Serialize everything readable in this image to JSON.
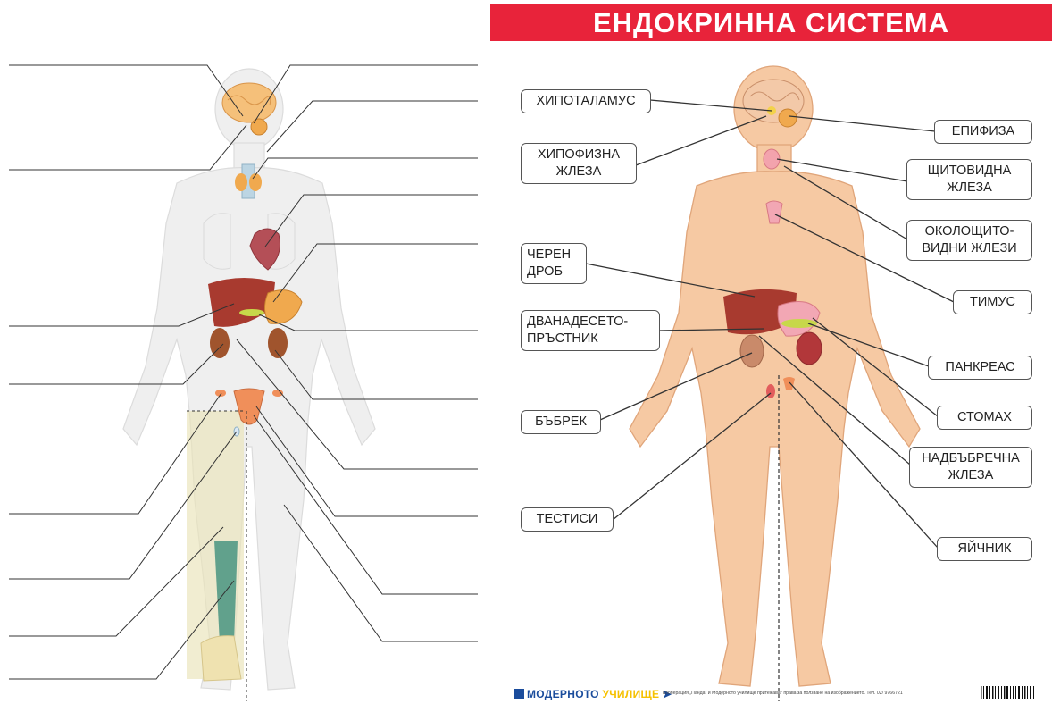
{
  "title": "ЕНДОКРИННА СИСТЕМА",
  "labels": {
    "hypothalamus": "ХИПОТАЛАМУС",
    "pituitary_l1": "ХИПОФИЗНА",
    "pituitary_l2": "ЖЛЕЗА",
    "liver_l1": "ЧЕРЕН",
    "liver_l2": "ДРОБ",
    "duodenum_l1": "ДВАНАДЕСЕТО-",
    "duodenum_l2": "ПРЪСТНИК",
    "kidney": "БЪБРЕК",
    "testes": "ТЕСТИСИ",
    "pineal": "ЕПИФИЗА",
    "thyroid_l1": "ЩИТОВИДНА",
    "thyroid_l2": "ЖЛЕЗА",
    "parathyroid_l1": "ОКОЛОЩИТО-",
    "parathyroid_l2": "ВИДНИ ЖЛЕЗИ",
    "thymus": "ТИМУС",
    "pancreas": "ПАНКРЕАС",
    "stomach": "СТОМАХ",
    "adrenal_l1": "НАДБЪБРЕЧНА",
    "adrenal_l2": "ЖЛЕЗА",
    "ovary": "ЯЙЧНИК"
  },
  "footer": {
    "logo_part1": "МОДЕРНОТО",
    "logo_part2": "УЧИЛИЩЕ",
    "note": "Кооперация „Панда\" и Модерното училище притежават права за ползване на изображението. Тел. 02/ 9766721"
  },
  "colors": {
    "banner": "#e8233a",
    "skin": "#f6c9a3",
    "skin_outline": "#e0a57a",
    "silhouette": "#eeeeee",
    "liver": "#a83a2f",
    "stomach": "#f2a7b4",
    "kidney": "#c98a6a",
    "pancreas": "#c7d84a"
  }
}
